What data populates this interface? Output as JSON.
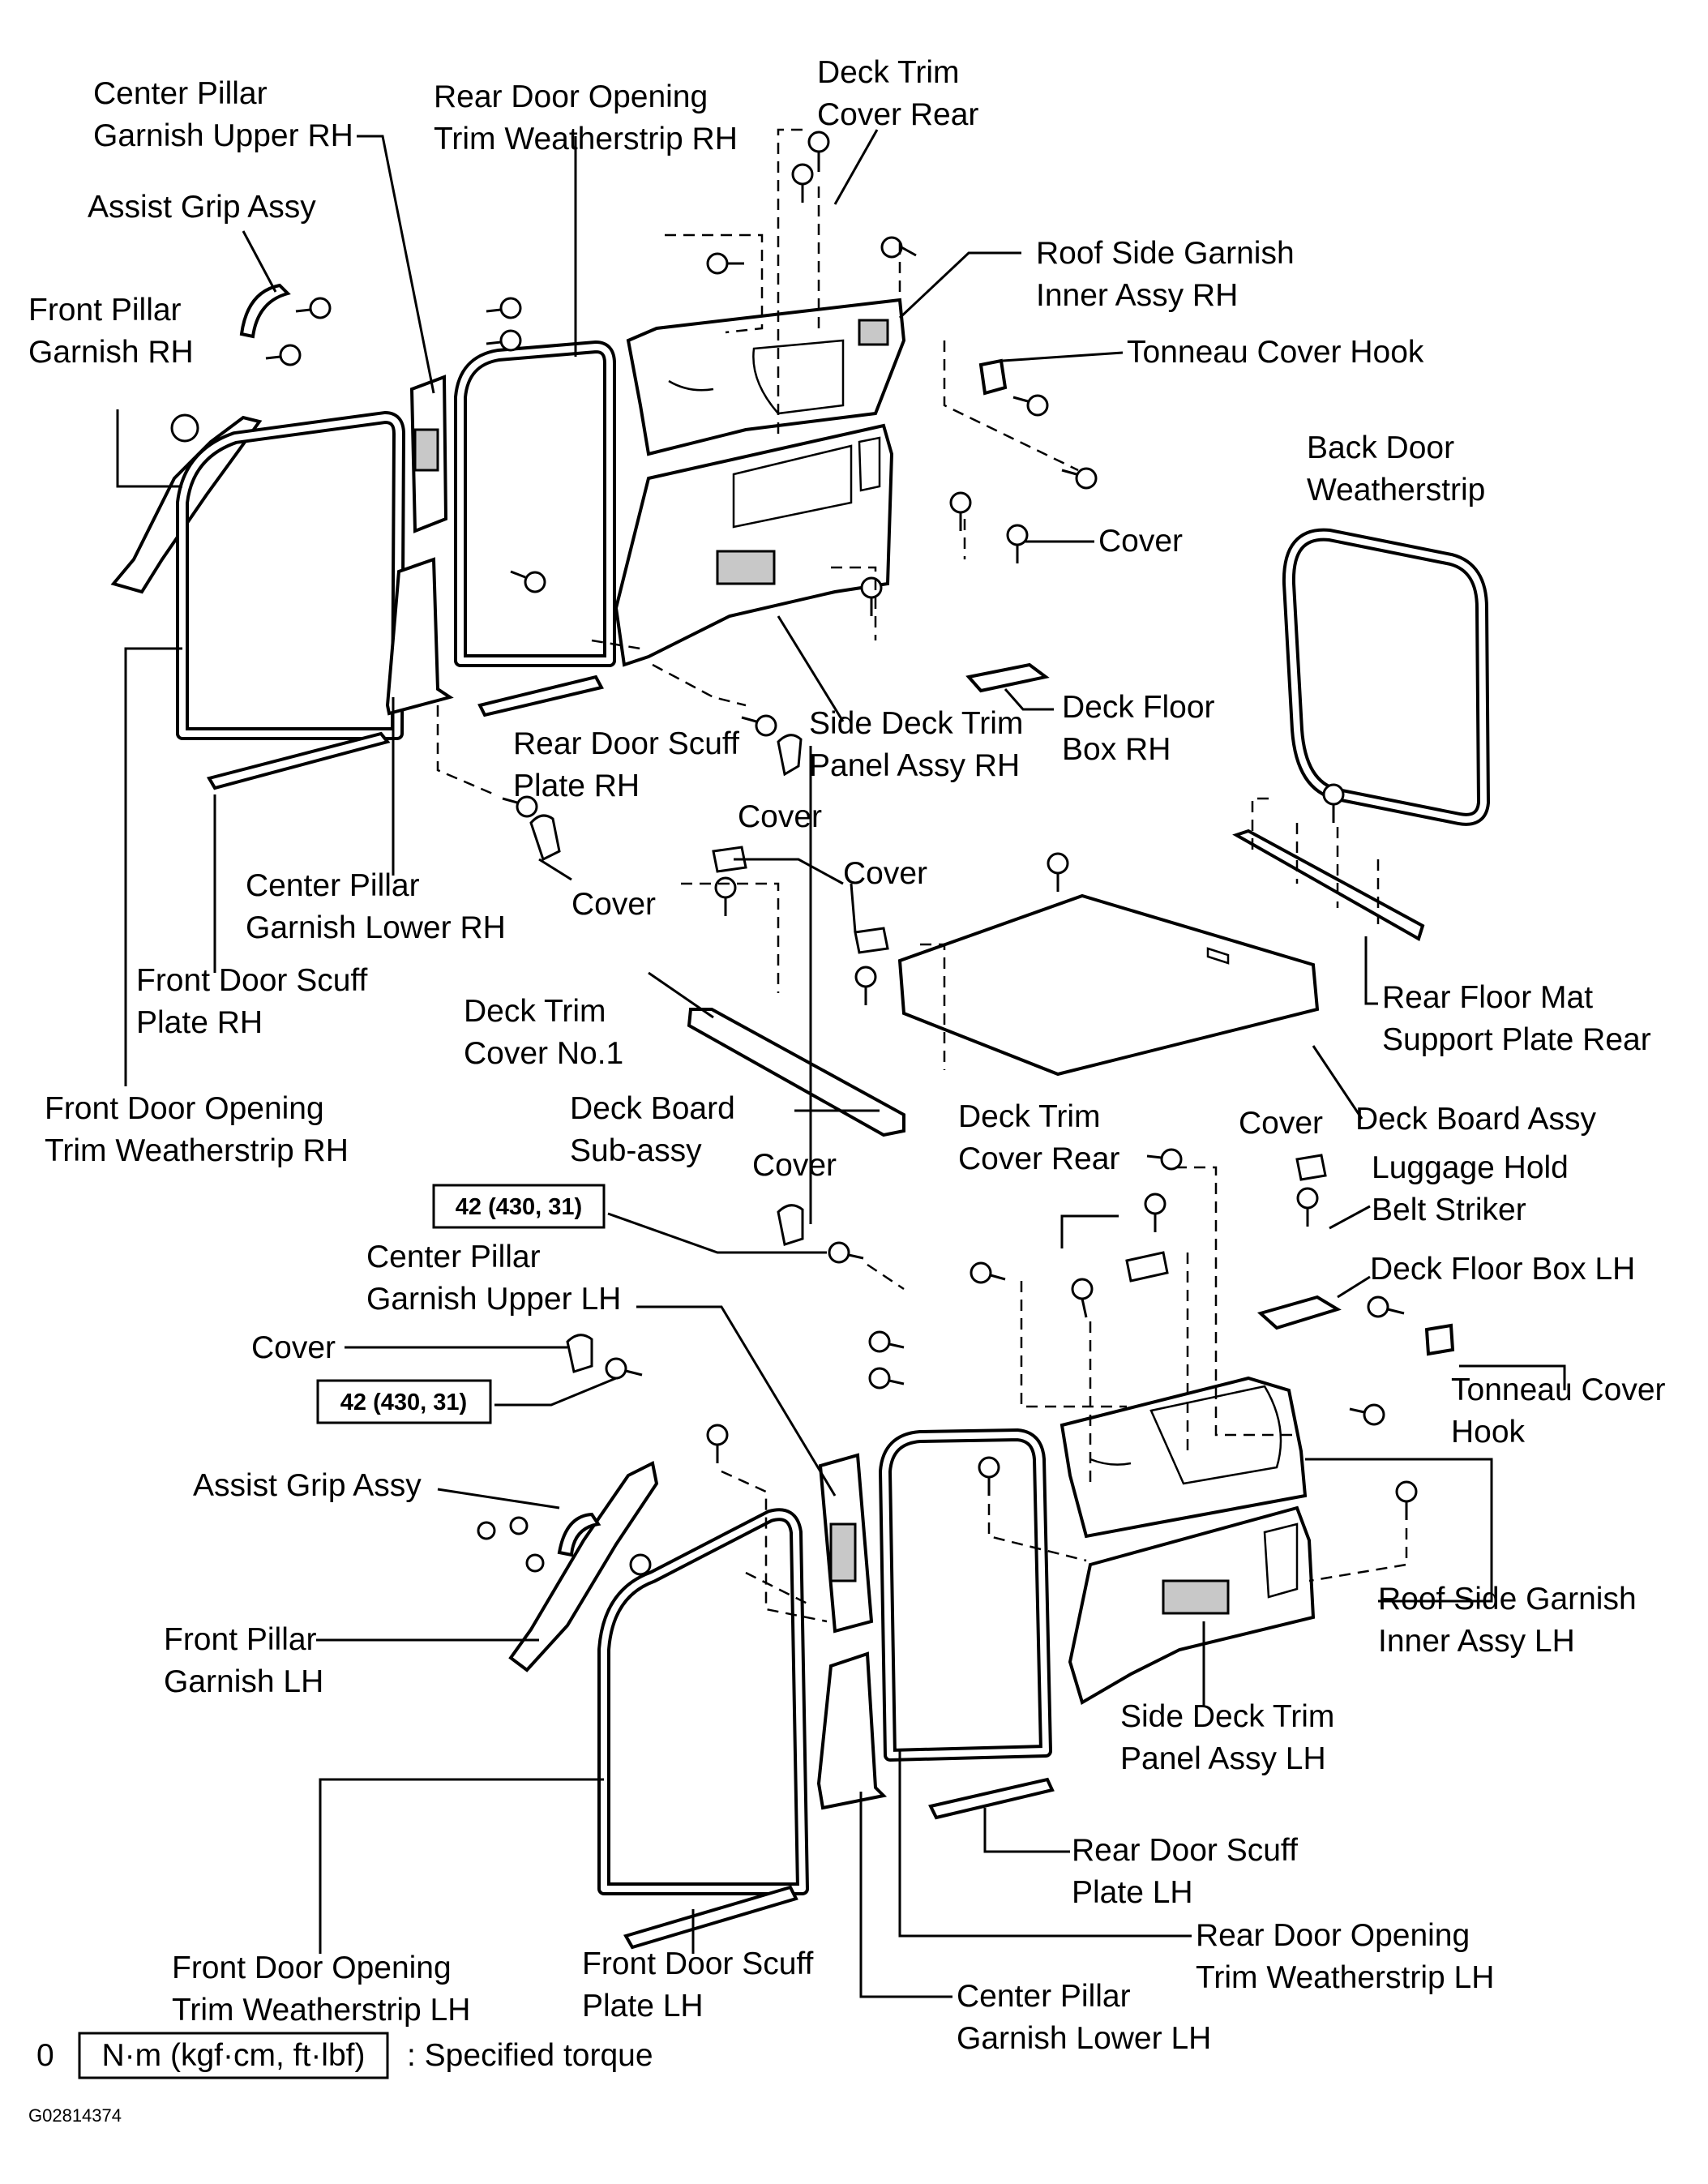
{
  "labels": {
    "center_pillar_upper_rh": [
      "Center Pillar",
      "Garnish Upper RH"
    ],
    "rear_door_opening_rh": [
      "Rear Door Opening",
      "Trim Weatherstrip RH"
    ],
    "deck_trim_cover_rear_top": [
      "Deck Trim",
      "Cover Rear"
    ],
    "assist_grip_rh": [
      "Assist Grip Assy"
    ],
    "roof_side_garnish_rh": [
      "Roof Side Garnish",
      "Inner Assy RH"
    ],
    "front_pillar_rh": [
      "Front Pillar",
      "Garnish RH"
    ],
    "tonneau_hook_rh": [
      "Tonneau Cover Hook"
    ],
    "back_door_ws": [
      "Back Door",
      "Weatherstrip"
    ],
    "cover_rh_deck": [
      "Cover"
    ],
    "deck_floor_box_rh": [
      "Deck Floor",
      "Box RH"
    ],
    "rear_door_scuff_rh": [
      "Rear Door Scuff",
      "Plate RH"
    ],
    "side_deck_trim_rh": [
      "Side Deck Trim",
      "Panel Assy RH"
    ],
    "cover_side_deck_rh": [
      "Cover"
    ],
    "center_pillar_lower_rh": [
      "Center Pillar",
      "Garnish Lower RH"
    ],
    "cover_pillar_rh": [
      "Cover"
    ],
    "cover_deck_board": [
      "Cover"
    ],
    "front_door_scuff_rh": [
      "Front Door Scuff",
      "Plate RH"
    ],
    "deck_trim_cover_no1": [
      "Deck Trim",
      "Cover No.1"
    ],
    "rear_floor_mat": [
      "Rear Floor Mat",
      "Support Plate Rear"
    ],
    "front_door_opening_rh": [
      "Front Door Opening",
      "Trim Weatherstrip RH"
    ],
    "deck_board_sub": [
      "Deck Board",
      "Sub-assy"
    ],
    "deck_trim_cover_rear_mid": [
      "Deck Trim",
      "Cover Rear"
    ],
    "cover_luggage": [
      "Cover"
    ],
    "deck_board_assy": [
      "Deck Board Assy"
    ],
    "luggage_hold": [
      "Luggage Hold",
      "Belt Striker"
    ],
    "cover_lh_upper": [
      "Cover"
    ],
    "center_pillar_upper_lh": [
      "Center Pillar",
      "Garnish Upper LH"
    ],
    "deck_floor_box_lh": [
      "Deck Floor Box LH"
    ],
    "cover_lh_left": [
      "Cover"
    ],
    "tonneau_hook_lh": [
      "Tonneau Cover",
      "Hook"
    ],
    "assist_grip_lh": [
      "Assist Grip Assy"
    ],
    "roof_side_garnish_lh": [
      "Roof Side Garnish",
      "Inner Assy LH"
    ],
    "front_pillar_lh": [
      "Front Pillar",
      "Garnish LH"
    ],
    "side_deck_trim_lh": [
      "Side Deck Trim",
      "Panel Assy LH"
    ],
    "rear_door_scuff_lh": [
      "Rear Door Scuff",
      "Plate LH"
    ],
    "rear_door_opening_lh": [
      "Rear Door Opening",
      "Trim Weatherstrip LH"
    ],
    "front_door_opening_lh": [
      "Front Door Opening",
      "Trim Weatherstrip LH"
    ],
    "front_door_scuff_lh": [
      "Front Door Scuff",
      "Plate LH"
    ],
    "center_pillar_lower_lh": [
      "Center Pillar",
      "Garnish Lower LH"
    ]
  },
  "torque_boxes": {
    "torque_1": "42 (430, 31)",
    "torque_2": "42 (430, 31)"
  },
  "legend": {
    "marker": "0",
    "unit_box": "N·m (kgf·cm, ft·lbf)",
    "description": ": Specified torque"
  },
  "figure_id": "G02814374"
}
